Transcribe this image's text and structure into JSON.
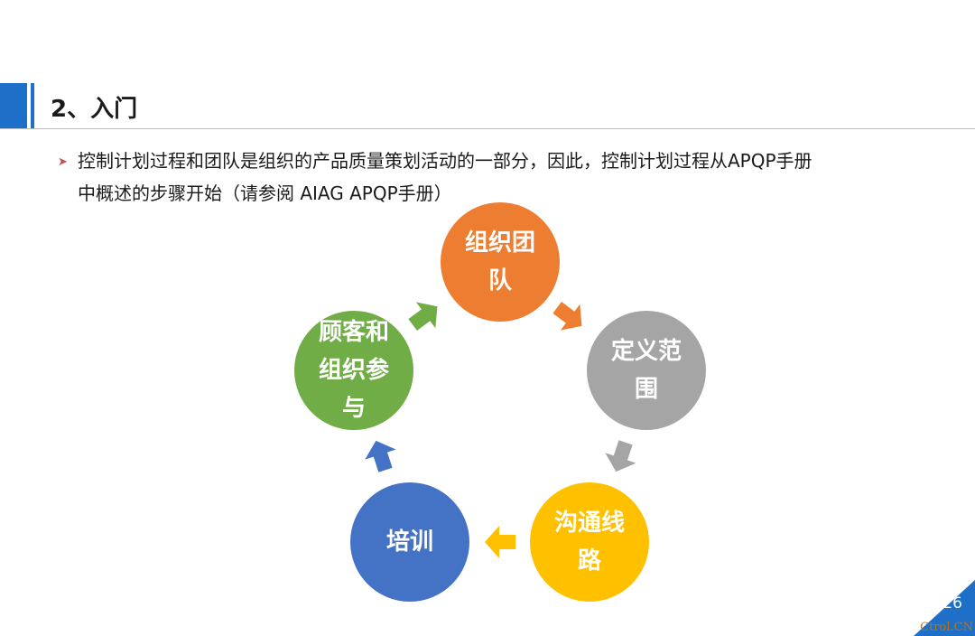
{
  "slide": {
    "title": "2、入门",
    "bullet_lines": [
      "控制计划过程和团队是组织的产品质量策划活动的一部分，因此，控制计划过程从APQP手册",
      "中概述的步骤开始（请参阅 AIAG APQP手册）"
    ],
    "page_number": "26",
    "watermark": "Ctrol.CN"
  },
  "cycle": {
    "nodes": [
      {
        "lines": [
          "组织团",
          "队"
        ],
        "color": "#ed7d31"
      },
      {
        "lines": [
          "定义范",
          "围"
        ],
        "color": "#a5a5a5"
      },
      {
        "lines": [
          "沟通线",
          "路"
        ],
        "color": "#ffc000"
      },
      {
        "lines": [
          "培训"
        ],
        "color": "#4472c4"
      },
      {
        "lines": [
          "顾客和",
          "组织参",
          "与"
        ],
        "color": "#70ad47"
      }
    ]
  },
  "colors": {
    "accent": "#1e6fc7",
    "bullet_marker": "#c0504d"
  },
  "icons": {
    "bullet": "triangle-right-icon"
  }
}
